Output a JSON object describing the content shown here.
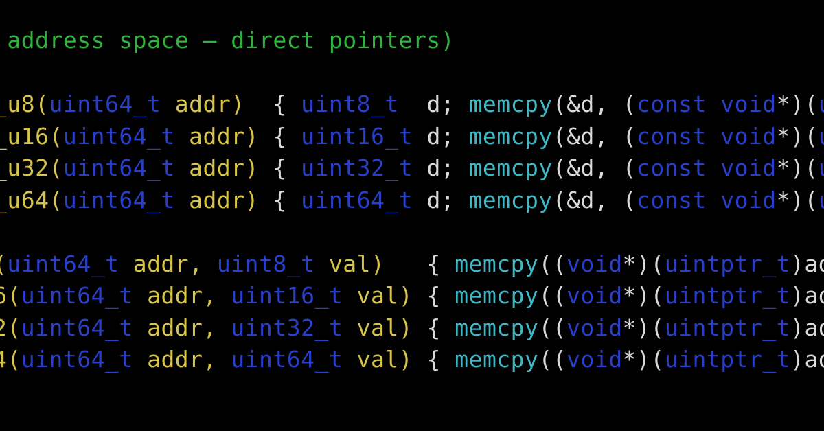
{
  "colors": {
    "background": "#000000",
    "comment": "#2fb33c",
    "function": "#d7c44a",
    "type": "#2a3fc8",
    "punctuation": "#d9d9d9",
    "call": "#3fb7c4"
  },
  "lines": [
    [
      {
        "t": " address space – direct pointers)",
        "c": "comment"
      }
    ],
    [],
    [
      {
        "t": "_u8(",
        "c": "func"
      },
      {
        "t": "uint64_t",
        "c": "type"
      },
      {
        "t": " addr)  ",
        "c": "func"
      },
      {
        "t": "{ ",
        "c": "punc"
      },
      {
        "t": "uint8_t",
        "c": "type"
      },
      {
        "t": "  d; ",
        "c": "punc"
      },
      {
        "t": "memcpy",
        "c": "call"
      },
      {
        "t": "(&d, (",
        "c": "punc"
      },
      {
        "t": "const void",
        "c": "kw"
      },
      {
        "t": "*)(",
        "c": "punc"
      },
      {
        "t": "ui",
        "c": "type"
      }
    ],
    [
      {
        "t": "_u16(",
        "c": "func"
      },
      {
        "t": "uint64_t",
        "c": "type"
      },
      {
        "t": " addr) ",
        "c": "func"
      },
      {
        "t": "{ ",
        "c": "punc"
      },
      {
        "t": "uint16_t",
        "c": "type"
      },
      {
        "t": " d; ",
        "c": "punc"
      },
      {
        "t": "memcpy",
        "c": "call"
      },
      {
        "t": "(&d, (",
        "c": "punc"
      },
      {
        "t": "const void",
        "c": "kw"
      },
      {
        "t": "*)(",
        "c": "punc"
      },
      {
        "t": "ui",
        "c": "type"
      }
    ],
    [
      {
        "t": "_u32(",
        "c": "func"
      },
      {
        "t": "uint64_t",
        "c": "type"
      },
      {
        "t": " addr) ",
        "c": "func"
      },
      {
        "t": "{ ",
        "c": "punc"
      },
      {
        "t": "uint32_t",
        "c": "type"
      },
      {
        "t": " d; ",
        "c": "punc"
      },
      {
        "t": "memcpy",
        "c": "call"
      },
      {
        "t": "(&d, (",
        "c": "punc"
      },
      {
        "t": "const void",
        "c": "kw"
      },
      {
        "t": "*)(",
        "c": "punc"
      },
      {
        "t": "ui",
        "c": "type"
      }
    ],
    [
      {
        "t": "_u64(",
        "c": "func"
      },
      {
        "t": "uint64_t",
        "c": "type"
      },
      {
        "t": " addr) ",
        "c": "func"
      },
      {
        "t": "{ ",
        "c": "punc"
      },
      {
        "t": "uint64_t",
        "c": "type"
      },
      {
        "t": " d; ",
        "c": "punc"
      },
      {
        "t": "memcpy",
        "c": "call"
      },
      {
        "t": "(&d, (",
        "c": "punc"
      },
      {
        "t": "const void",
        "c": "kw"
      },
      {
        "t": "*)(",
        "c": "punc"
      },
      {
        "t": "ui",
        "c": "type"
      }
    ],
    [],
    [
      {
        "t": "(",
        "c": "func"
      },
      {
        "t": "uint64_t",
        "c": "type"
      },
      {
        "t": " addr, ",
        "c": "func"
      },
      {
        "t": "uint8_t",
        "c": "type"
      },
      {
        "t": " val)   ",
        "c": "func"
      },
      {
        "t": "{ ",
        "c": "punc"
      },
      {
        "t": "memcpy",
        "c": "call"
      },
      {
        "t": "((",
        "c": "punc"
      },
      {
        "t": "void",
        "c": "kw"
      },
      {
        "t": "*)(",
        "c": "punc"
      },
      {
        "t": "uintptr_t",
        "c": "type"
      },
      {
        "t": ")add",
        "c": "punc"
      }
    ],
    [
      {
        "t": "6(",
        "c": "func"
      },
      {
        "t": "uint64_t",
        "c": "type"
      },
      {
        "t": " addr, ",
        "c": "func"
      },
      {
        "t": "uint16_t",
        "c": "type"
      },
      {
        "t": " val) ",
        "c": "func"
      },
      {
        "t": "{ ",
        "c": "punc"
      },
      {
        "t": "memcpy",
        "c": "call"
      },
      {
        "t": "((",
        "c": "punc"
      },
      {
        "t": "void",
        "c": "kw"
      },
      {
        "t": "*)(",
        "c": "punc"
      },
      {
        "t": "uintptr_t",
        "c": "type"
      },
      {
        "t": ")add",
        "c": "punc"
      }
    ],
    [
      {
        "t": "2(",
        "c": "func"
      },
      {
        "t": "uint64_t",
        "c": "type"
      },
      {
        "t": " addr, ",
        "c": "func"
      },
      {
        "t": "uint32_t",
        "c": "type"
      },
      {
        "t": " val) ",
        "c": "func"
      },
      {
        "t": "{ ",
        "c": "punc"
      },
      {
        "t": "memcpy",
        "c": "call"
      },
      {
        "t": "((",
        "c": "punc"
      },
      {
        "t": "void",
        "c": "kw"
      },
      {
        "t": "*)(",
        "c": "punc"
      },
      {
        "t": "uintptr_t",
        "c": "type"
      },
      {
        "t": ")add",
        "c": "punc"
      }
    ],
    [
      {
        "t": "4(",
        "c": "func"
      },
      {
        "t": "uint64_t",
        "c": "type"
      },
      {
        "t": " addr, ",
        "c": "func"
      },
      {
        "t": "uint64_t",
        "c": "type"
      },
      {
        "t": " val) ",
        "c": "func"
      },
      {
        "t": "{ ",
        "c": "punc"
      },
      {
        "t": "memcpy",
        "c": "call"
      },
      {
        "t": "((",
        "c": "punc"
      },
      {
        "t": "void",
        "c": "kw"
      },
      {
        "t": "*)(",
        "c": "punc"
      },
      {
        "t": "uintptr_t",
        "c": "type"
      },
      {
        "t": ")add",
        "c": "punc"
      }
    ]
  ]
}
